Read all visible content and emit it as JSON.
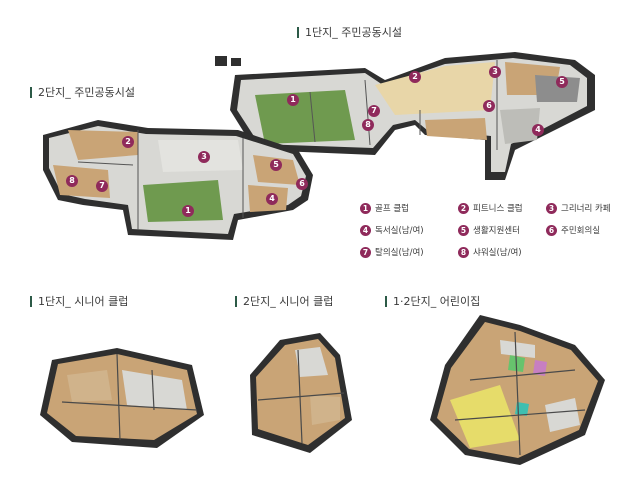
{
  "sections": {
    "complex1_community": "1단지_ 주민공동시설",
    "complex2_community": "2단지_ 주민공동시설",
    "complex1_senior": "1단지_ 시니어 클럽",
    "complex2_senior": "2단지_ 시니어 클럽",
    "daycare": "1·2단지_ 어린이집"
  },
  "legend": [
    {
      "num": "1",
      "label": "골프 클럽"
    },
    {
      "num": "2",
      "label": "피트니스 클럽"
    },
    {
      "num": "3",
      "label": "그리너리 카페"
    },
    {
      "num": "4",
      "label": "독서실(남/여)"
    },
    {
      "num": "5",
      "label": "생활지원센터"
    },
    {
      "num": "6",
      "label": "주민회의실"
    },
    {
      "num": "7",
      "label": "탈의실(남/여)"
    },
    {
      "num": "8",
      "label": "샤워실(남/여)"
    }
  ],
  "colors": {
    "accent_bar": "#2c5a47",
    "marker": "#8f2a5b",
    "wall": "#2f2f2f",
    "floor_wood": "#c9a476",
    "floor_grey": "#d8d8d4",
    "green_floor": "#6f9a4f",
    "yellow_floor": "#e6dc6a"
  },
  "complex1_markers": [
    "1",
    "2",
    "3",
    "4",
    "5",
    "6",
    "7",
    "8"
  ],
  "complex2_markers": [
    "1",
    "2",
    "3",
    "4",
    "5",
    "6",
    "7",
    "8"
  ]
}
